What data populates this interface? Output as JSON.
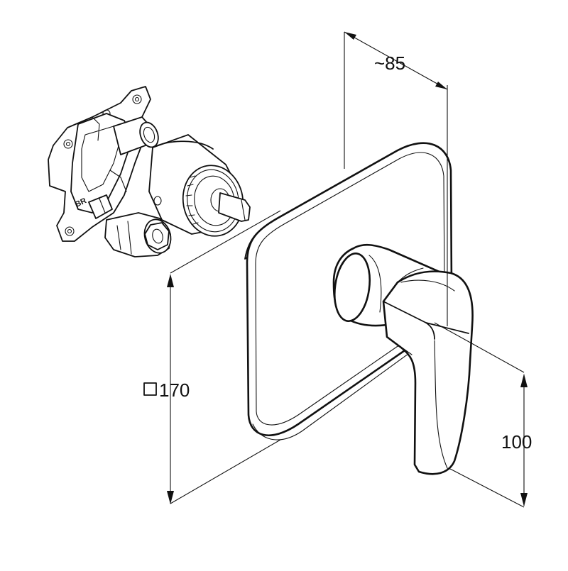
{
  "dimensions": {
    "depth_label": "~85",
    "height_label": "170",
    "height_prefix_symbol": "square",
    "handle_height_label": "100"
  }
}
